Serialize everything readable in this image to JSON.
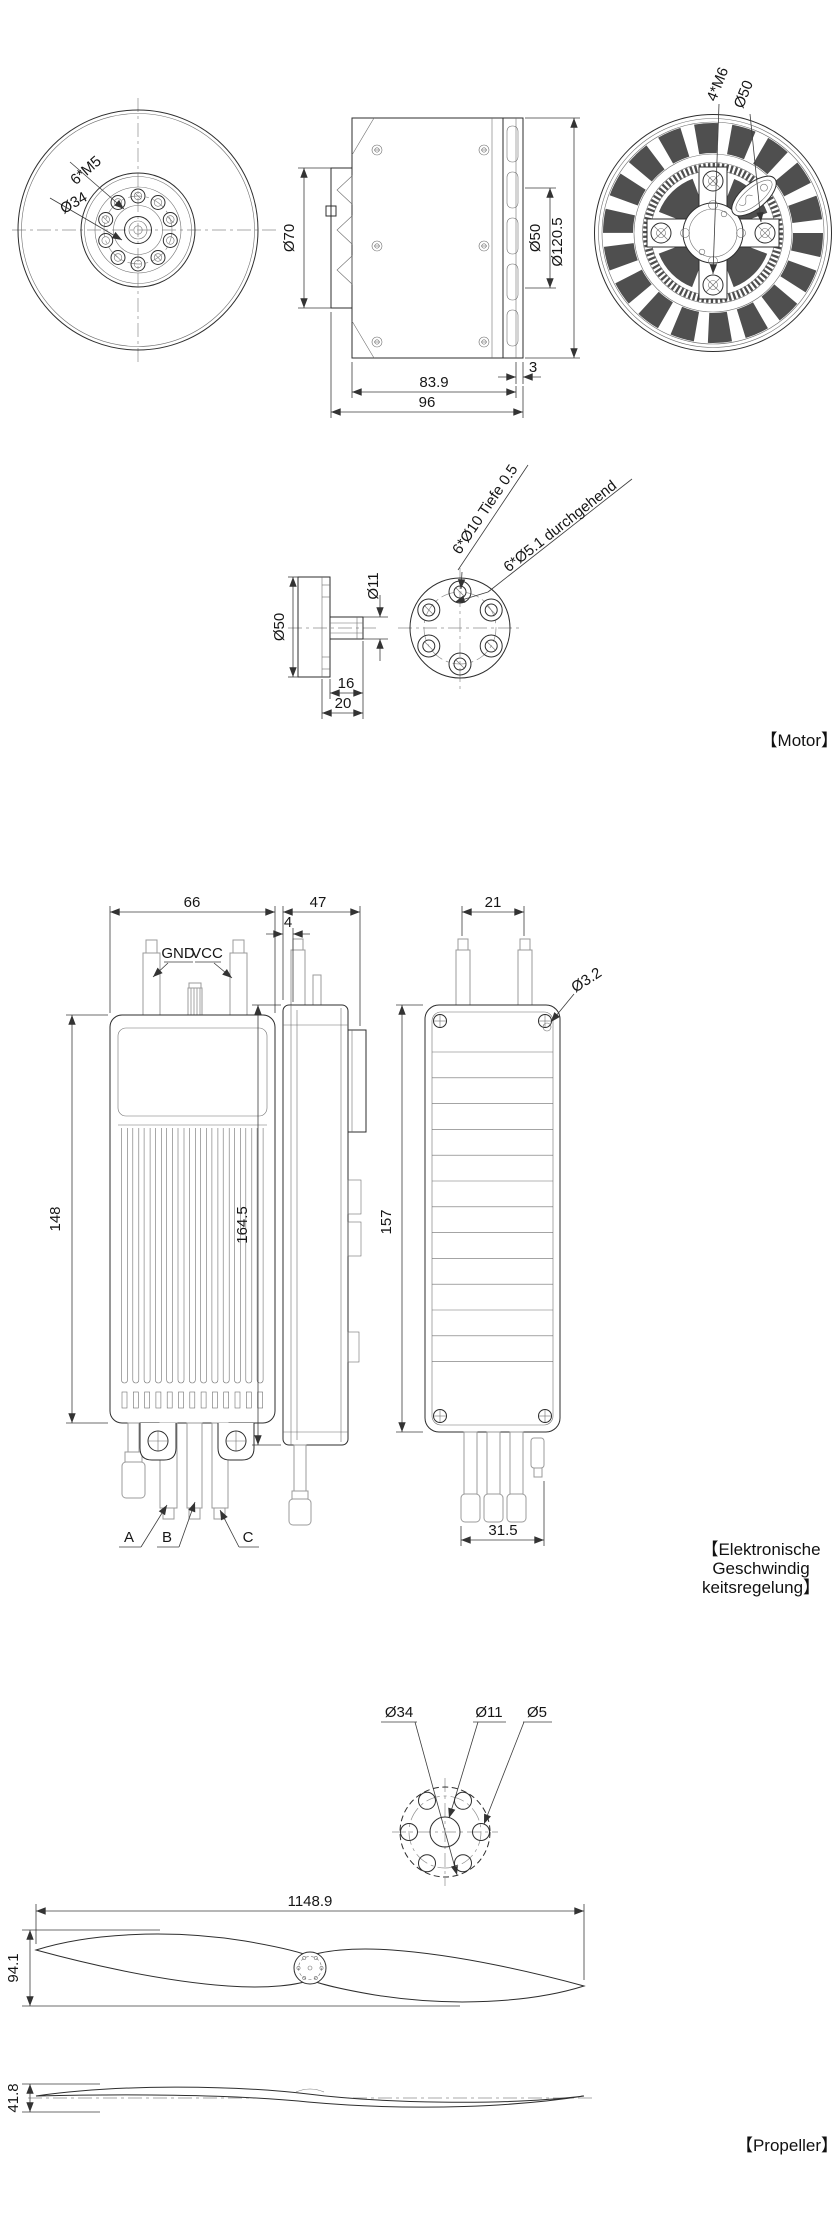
{
  "motor": {
    "section_label": "【Motor】",
    "front": {
      "bolt_callout": "6*M5",
      "bolt_circle": "Ø34"
    },
    "side": {
      "flange_dia": "Ø70",
      "boss_dia": "Ø50",
      "outer_dia": "Ø120.5",
      "lip": "3",
      "stator_len": "83.9",
      "total_len": "96"
    },
    "rear": {
      "bolt_callout": "4*M6",
      "bolt_circle": "Ø50"
    },
    "adapter": {
      "flange_dia": "Ø50",
      "shaft_dia": "Ø11",
      "hub_len": "16",
      "total_len": "20",
      "counterbore_callout": "6*Ø10 Tiefe 0.5",
      "through_callout": "6*Ø5.1 durchgehend"
    }
  },
  "esc": {
    "section_label": [
      "【Elektronische",
      "Geschwindig",
      "keitsregelung】"
    ],
    "front": {
      "width": "66",
      "height": "148",
      "gnd": "GND",
      "vcc": "VCC",
      "phase_a": "A",
      "phase_b": "B",
      "phase_c": "C"
    },
    "side": {
      "depth": "47",
      "step": "4",
      "height": "164.5"
    },
    "rear": {
      "wire_pitch": "21",
      "hole_dia": "Ø3.2",
      "height": "157",
      "connector_span": "31.5"
    }
  },
  "propeller": {
    "section_label": "【Propeller】",
    "hub": {
      "hub_dia": "Ø34",
      "bore_dia": "Ø11",
      "hole_dia": "Ø5"
    },
    "top": {
      "length": "1148.9",
      "chord": "94.1"
    },
    "side": {
      "thickness": "41.8"
    }
  }
}
